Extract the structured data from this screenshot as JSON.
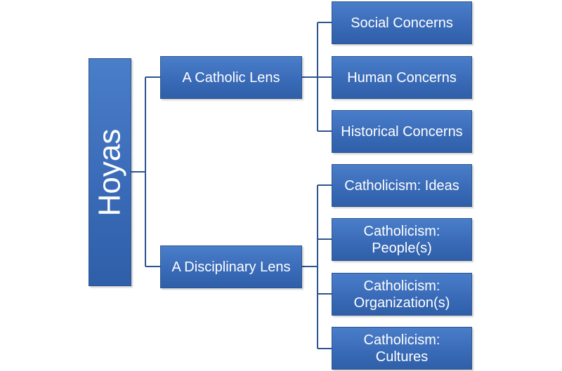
{
  "root": {
    "label": "Hoyas"
  },
  "branches": [
    {
      "label": "A Catholic Lens",
      "children": [
        {
          "lines": [
            "Social Concerns"
          ]
        },
        {
          "lines": [
            "Human Concerns"
          ]
        },
        {
          "lines": [
            "Historical Concerns"
          ]
        }
      ]
    },
    {
      "label": "A Disciplinary Lens",
      "children": [
        {
          "lines": [
            "Catholicism: Ideas"
          ]
        },
        {
          "lines": [
            "Catholicism:",
            "People(s)"
          ]
        },
        {
          "lines": [
            "Catholicism:",
            "Organization(s)"
          ]
        },
        {
          "lines": [
            "Catholicism:",
            "Cultures"
          ]
        }
      ]
    }
  ],
  "colors": {
    "box_fill": "#3a6bb8",
    "box_border": "#2c558f",
    "text": "#ffffff",
    "connector": "#2c558f"
  }
}
